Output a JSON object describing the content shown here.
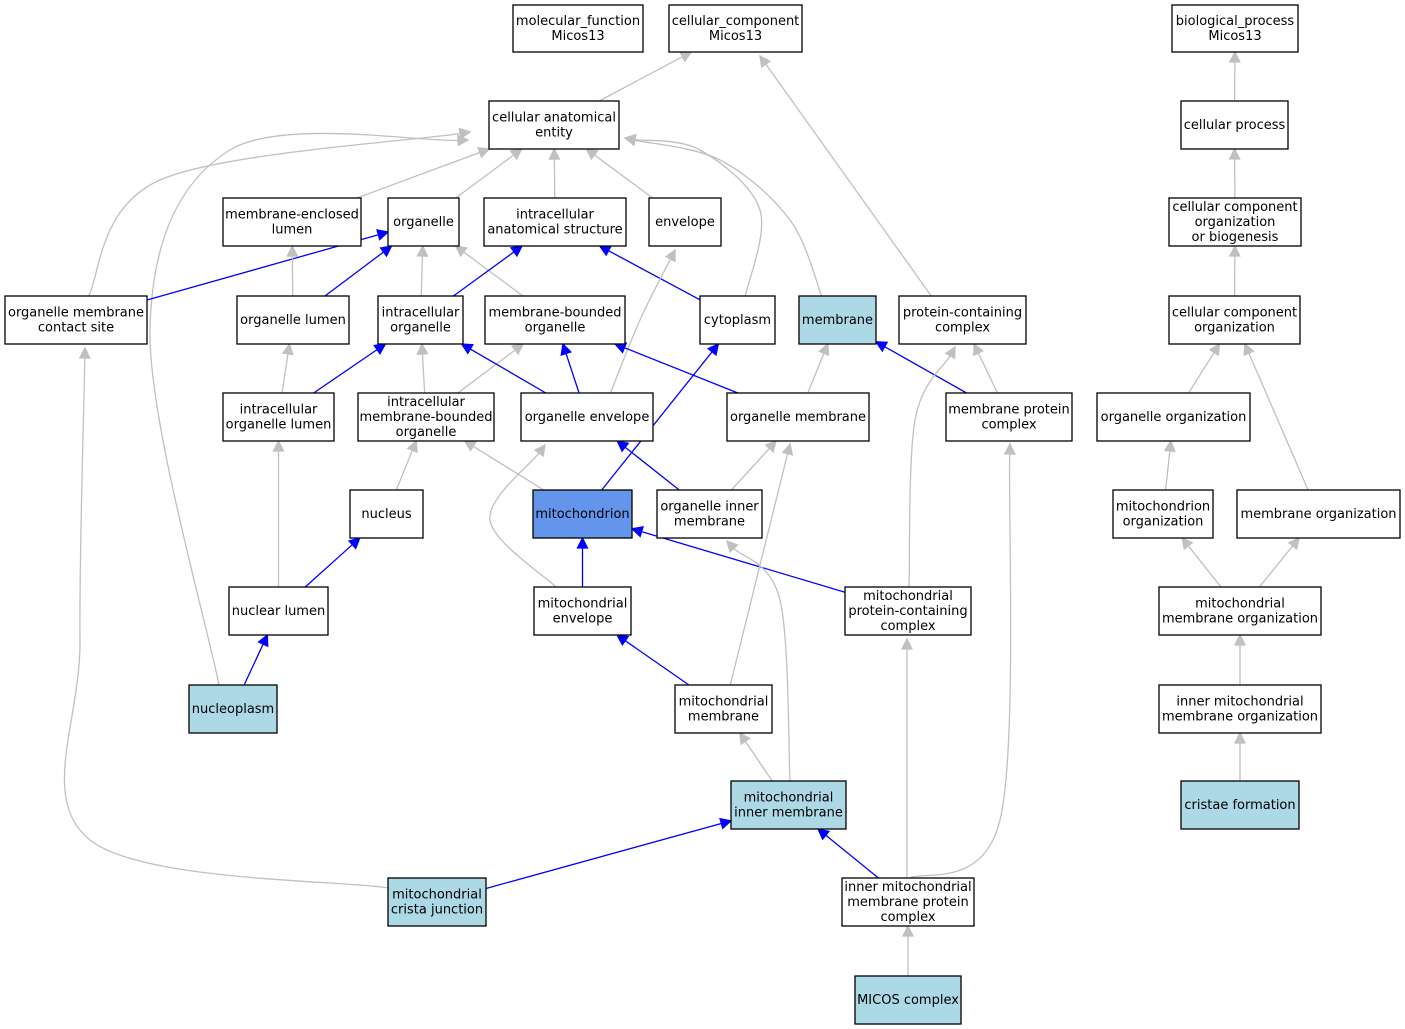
{
  "colors": {
    "plain_fill": "#ffffff",
    "annotated_fill": "#add8e6",
    "focus_fill": "#6495ed",
    "is_a_edge": "#c0c0c0",
    "part_of_edge": "#0000ff"
  },
  "nodes": [
    {
      "id": "mf",
      "lines": [
        "molecular_function",
        "Micos13"
      ],
      "style": "plain"
    },
    {
      "id": "cc",
      "lines": [
        "cellular_component",
        "Micos13"
      ],
      "style": "plain"
    },
    {
      "id": "bp",
      "lines": [
        "biological_process",
        "Micos13"
      ],
      "style": "plain"
    },
    {
      "id": "cae",
      "lines": [
        "cellular anatomical",
        "entity"
      ],
      "style": "plain"
    },
    {
      "id": "cproc",
      "lines": [
        "cellular process"
      ],
      "style": "plain"
    },
    {
      "id": "mel",
      "lines": [
        "membrane-enclosed",
        "lumen"
      ],
      "style": "plain"
    },
    {
      "id": "org",
      "lines": [
        "organelle"
      ],
      "style": "plain"
    },
    {
      "id": "ias",
      "lines": [
        "intracellular",
        "anatomical structure"
      ],
      "style": "plain"
    },
    {
      "id": "env",
      "lines": [
        "envelope"
      ],
      "style": "plain"
    },
    {
      "id": "ccob",
      "lines": [
        "cellular component",
        "organization",
        "or biogenesis"
      ],
      "style": "plain"
    },
    {
      "id": "omcs",
      "lines": [
        "organelle membrane",
        "contact site"
      ],
      "style": "plain"
    },
    {
      "id": "olum",
      "lines": [
        "organelle lumen"
      ],
      "style": "plain"
    },
    {
      "id": "iorg",
      "lines": [
        "intracellular",
        "organelle"
      ],
      "style": "plain"
    },
    {
      "id": "mbo",
      "lines": [
        "membrane-bounded",
        "organelle"
      ],
      "style": "plain"
    },
    {
      "id": "cyto",
      "lines": [
        "cytoplasm"
      ],
      "style": "plain"
    },
    {
      "id": "memb",
      "lines": [
        "membrane"
      ],
      "style": "annotated"
    },
    {
      "id": "pcc",
      "lines": [
        "protein-containing",
        "complex"
      ],
      "style": "plain"
    },
    {
      "id": "cco",
      "lines": [
        "cellular component",
        "organization"
      ],
      "style": "plain"
    },
    {
      "id": "iol",
      "lines": [
        "intracellular",
        "organelle lumen"
      ],
      "style": "plain"
    },
    {
      "id": "imbo",
      "lines": [
        "intracellular",
        "membrane-bounded",
        "organelle"
      ],
      "style": "plain"
    },
    {
      "id": "oenv",
      "lines": [
        "organelle envelope"
      ],
      "style": "plain"
    },
    {
      "id": "omem",
      "lines": [
        "organelle membrane"
      ],
      "style": "plain"
    },
    {
      "id": "mpc",
      "lines": [
        "membrane protein",
        "complex"
      ],
      "style": "plain"
    },
    {
      "id": "oo",
      "lines": [
        "organelle organization"
      ],
      "style": "plain"
    },
    {
      "id": "nuc",
      "lines": [
        "nucleus"
      ],
      "style": "plain"
    },
    {
      "id": "mito",
      "lines": [
        "mitochondrion"
      ],
      "style": "focus"
    },
    {
      "id": "oim",
      "lines": [
        "organelle inner",
        "membrane"
      ],
      "style": "plain"
    },
    {
      "id": "mo",
      "lines": [
        "mitochondrion",
        "organization"
      ],
      "style": "plain"
    },
    {
      "id": "memo",
      "lines": [
        "membrane organization"
      ],
      "style": "plain"
    },
    {
      "id": "nlum",
      "lines": [
        "nuclear lumen"
      ],
      "style": "plain"
    },
    {
      "id": "menv",
      "lines": [
        "mitochondrial",
        "envelope"
      ],
      "style": "plain"
    },
    {
      "id": "mpcc",
      "lines": [
        "mitochondrial",
        "protein-containing",
        "complex"
      ],
      "style": "plain"
    },
    {
      "id": "mmo",
      "lines": [
        "mitochondrial",
        "membrane organization"
      ],
      "style": "plain"
    },
    {
      "id": "npl",
      "lines": [
        "nucleoplasm"
      ],
      "style": "annotated"
    },
    {
      "id": "mmem",
      "lines": [
        "mitochondrial",
        "membrane"
      ],
      "style": "plain"
    },
    {
      "id": "immo",
      "lines": [
        "inner mitochondrial",
        "membrane organization"
      ],
      "style": "plain"
    },
    {
      "id": "mim",
      "lines": [
        "mitochondrial",
        "inner membrane"
      ],
      "style": "annotated"
    },
    {
      "id": "cf",
      "lines": [
        "cristae formation"
      ],
      "style": "annotated"
    },
    {
      "id": "mcj",
      "lines": [
        "mitochondrial",
        "crista junction"
      ],
      "style": "annotated"
    },
    {
      "id": "impc",
      "lines": [
        "inner mitochondrial",
        "membrane protein",
        "complex"
      ],
      "style": "plain"
    },
    {
      "id": "micos",
      "lines": [
        "MICOS complex"
      ],
      "style": "annotated"
    }
  ],
  "edges": [
    {
      "from": "cae",
      "to": "cc",
      "type": "is_a"
    },
    {
      "from": "cproc",
      "to": "bp",
      "type": "is_a"
    },
    {
      "from": "ccob",
      "to": "cproc",
      "type": "is_a"
    },
    {
      "from": "cco",
      "to": "ccob",
      "type": "is_a"
    },
    {
      "from": "mel",
      "to": "cae",
      "type": "is_a"
    },
    {
      "from": "org",
      "to": "cae",
      "type": "is_a"
    },
    {
      "from": "ias",
      "to": "cae",
      "type": "is_a"
    },
    {
      "from": "env",
      "to": "cae",
      "type": "is_a"
    },
    {
      "from": "omcs",
      "to": "cae",
      "type": "is_a"
    },
    {
      "from": "cyto",
      "to": "cae",
      "type": "is_a"
    },
    {
      "from": "memb",
      "to": "cae",
      "type": "is_a"
    },
    {
      "from": "npl",
      "to": "cae",
      "type": "is_a"
    },
    {
      "from": "pcc",
      "to": "cc",
      "type": "is_a"
    },
    {
      "from": "omcs",
      "to": "org",
      "type": "part_of"
    },
    {
      "from": "olum",
      "to": "org",
      "type": "part_of"
    },
    {
      "from": "olum",
      "to": "mel",
      "type": "is_a"
    },
    {
      "from": "iorg",
      "to": "org",
      "type": "is_a"
    },
    {
      "from": "mbo",
      "to": "org",
      "type": "is_a"
    },
    {
      "from": "iorg",
      "to": "ias",
      "type": "part_of"
    },
    {
      "from": "cyto",
      "to": "ias",
      "type": "part_of"
    },
    {
      "from": "oenv",
      "to": "env",
      "type": "is_a"
    },
    {
      "from": "iol",
      "to": "olum",
      "type": "is_a"
    },
    {
      "from": "iol",
      "to": "iorg",
      "type": "part_of"
    },
    {
      "from": "imbo",
      "to": "iorg",
      "type": "is_a"
    },
    {
      "from": "imbo",
      "to": "mbo",
      "type": "is_a"
    },
    {
      "from": "oenv",
      "to": "iorg",
      "type": "part_of"
    },
    {
      "from": "oenv",
      "to": "mbo",
      "type": "part_of"
    },
    {
      "from": "omem",
      "to": "mbo",
      "type": "part_of"
    },
    {
      "from": "omem",
      "to": "memb",
      "type": "is_a"
    },
    {
      "from": "mpc",
      "to": "memb",
      "type": "part_of"
    },
    {
      "from": "mpc",
      "to": "pcc",
      "type": "is_a"
    },
    {
      "from": "oo",
      "to": "cco",
      "type": "is_a"
    },
    {
      "from": "memo",
      "to": "cco",
      "type": "is_a"
    },
    {
      "from": "nuc",
      "to": "imbo",
      "type": "is_a"
    },
    {
      "from": "mito",
      "to": "imbo",
      "type": "is_a"
    },
    {
      "from": "mito",
      "to": "cyto",
      "type": "part_of"
    },
    {
      "from": "oim",
      "to": "oenv",
      "type": "part_of"
    },
    {
      "from": "oim",
      "to": "omem",
      "type": "is_a"
    },
    {
      "from": "mo",
      "to": "oo",
      "type": "is_a"
    },
    {
      "from": "nlum",
      "to": "iol",
      "type": "is_a"
    },
    {
      "from": "nlum",
      "to": "nuc",
      "type": "part_of"
    },
    {
      "from": "menv",
      "to": "mito",
      "type": "part_of"
    },
    {
      "from": "menv",
      "to": "oenv",
      "type": "is_a"
    },
    {
      "from": "mpcc",
      "to": "mito",
      "type": "part_of"
    },
    {
      "from": "mpcc",
      "to": "pcc",
      "type": "is_a"
    },
    {
      "from": "mmo",
      "to": "mo",
      "type": "is_a"
    },
    {
      "from": "mmo",
      "to": "memo",
      "type": "is_a"
    },
    {
      "from": "npl",
      "to": "nlum",
      "type": "part_of"
    },
    {
      "from": "mmem",
      "to": "menv",
      "type": "part_of"
    },
    {
      "from": "mmem",
      "to": "omem",
      "type": "is_a"
    },
    {
      "from": "immo",
      "to": "mmo",
      "type": "is_a"
    },
    {
      "from": "mim",
      "to": "mmem",
      "type": "is_a"
    },
    {
      "from": "mim",
      "to": "oim",
      "type": "is_a"
    },
    {
      "from": "cf",
      "to": "immo",
      "type": "is_a"
    },
    {
      "from": "mcj",
      "to": "mim",
      "type": "part_of"
    },
    {
      "from": "mcj",
      "to": "omcs",
      "type": "is_a"
    },
    {
      "from": "impc",
      "to": "mim",
      "type": "part_of"
    },
    {
      "from": "impc",
      "to": "mpcc",
      "type": "is_a"
    },
    {
      "from": "impc",
      "to": "mpc",
      "type": "is_a"
    },
    {
      "from": "micos",
      "to": "impc",
      "type": "is_a"
    }
  ]
}
